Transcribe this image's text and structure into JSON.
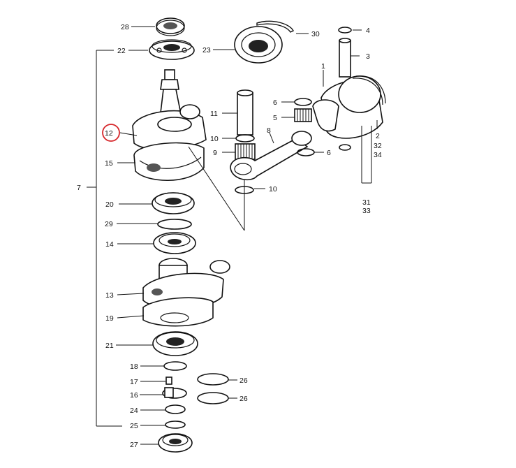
{
  "highlight_color": "#d6262a",
  "labels": {
    "p1": "1",
    "p2": "2",
    "p3": "3",
    "p4": "4",
    "p5": "5",
    "p6a": "6",
    "p6b": "6",
    "p7": "7",
    "p8": "8",
    "p9": "9",
    "p10a": "10",
    "p10b": "10",
    "p11": "11",
    "p12": "12",
    "p13": "13",
    "p14": "14",
    "p15": "15",
    "p16": "16",
    "p17": "17",
    "p18": "18",
    "p19": "19",
    "p20": "20",
    "p21": "21",
    "p22": "22",
    "p23": "23",
    "p24": "24",
    "p25": "25",
    "p26a": "26",
    "p26b": "26",
    "p27": "27",
    "p28": "28",
    "p29": "29",
    "p30": "30",
    "p31": "31",
    "p32": "32",
    "p33": "33",
    "p34": "34"
  }
}
